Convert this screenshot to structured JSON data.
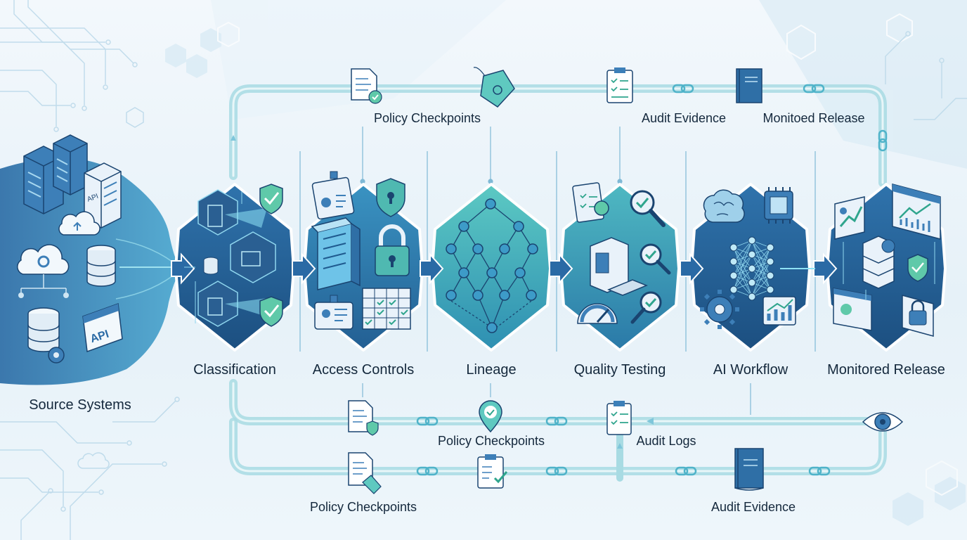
{
  "stages": [
    {
      "label": "Source Systems"
    },
    {
      "label": "Classification"
    },
    {
      "label": "Access Controls"
    },
    {
      "label": "Lineage"
    },
    {
      "label": "Quality Testing"
    },
    {
      "label": "AI Workflow"
    },
    {
      "label": "Monitored Release"
    }
  ],
  "top_loop": {
    "policy_checkpoints": "Policy Checkpoints",
    "audit_evidence": "Audit Evidence",
    "monitored_release": "Monitoed Release"
  },
  "bottom_loop": {
    "policy_checkpoints_upper": "Policy Checkpoints",
    "audit_logs": "Audit Logs",
    "policy_checkpoints_lower": "Policy Checkpoints",
    "audit_evidence": "Audit Evidence"
  },
  "source_icons": {
    "api_tile": "API",
    "api_server": "API"
  },
  "colors": {
    "dark_blue": "#1f5a8f",
    "mid_blue": "#2f78b5",
    "teal": "#47b6b8",
    "track": "#a8dbe3",
    "text": "#14283c"
  }
}
